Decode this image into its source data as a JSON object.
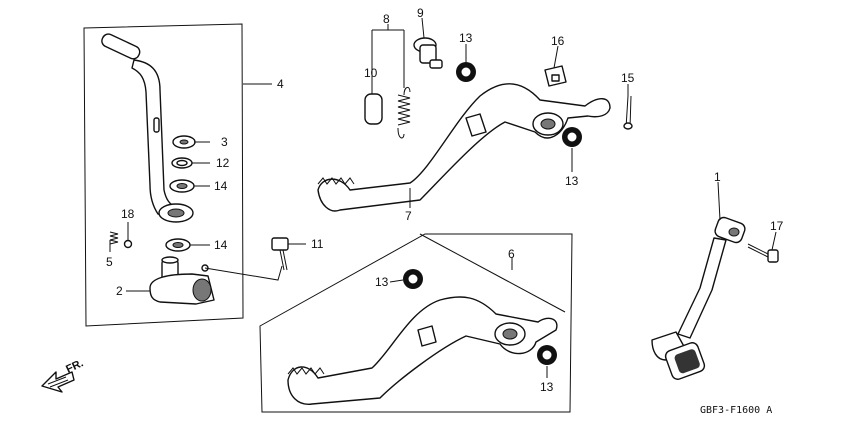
{
  "callouts": {
    "c1": "1",
    "c2": "2",
    "c3": "3",
    "c4": "4",
    "c5": "5",
    "c6": "6",
    "c7": "7",
    "c8": "8",
    "c9": "9",
    "c10": "10",
    "c11": "11",
    "c12": "12",
    "c13a": "13",
    "c13b": "13",
    "c13c": "13",
    "c13d": "13",
    "c14a": "14",
    "c14b": "14",
    "c15": "15",
    "c16": "16",
    "c17": "17",
    "c18": "18"
  },
  "front_marker": "FR.",
  "diagram_code": "GBF3-F1600 A"
}
